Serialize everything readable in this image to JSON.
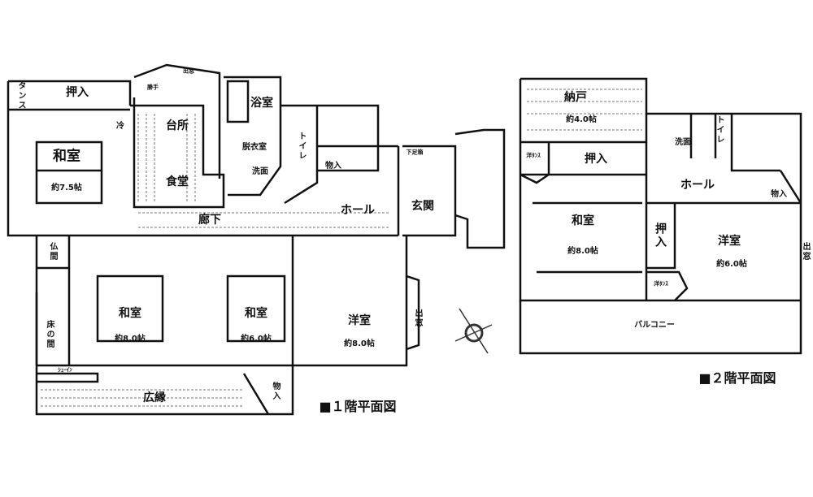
{
  "floor1": {
    "title": "■１階平面図",
    "rooms": {
      "tansu": "タンス",
      "oshiire_top": "押入",
      "washitsu_a": "和室",
      "washitsu_a_size": "約7.5帖",
      "rei": "冷",
      "katte": "勝手",
      "demado_top": "出窓",
      "kitchen": "台所",
      "dining": "食堂",
      "bath": "浴室",
      "dressing": "脱衣室",
      "washroom": "洗面",
      "toilet": "トイレ",
      "storage_hall": "物入",
      "geta": "下足箱",
      "hall": "ホール",
      "corridor": "廊下",
      "entrance": "玄関",
      "butsuma": "仏間",
      "tokonoma": "床の間",
      "washitsu_b": "和室",
      "washitsu_b_size": "約8.0帖",
      "washitsu_c": "和室",
      "washitsu_c_size": "約6.0帖",
      "youshitsu": "洋室",
      "youshitsu_size": "約8.0帖",
      "demado_side": "出窓",
      "shoes": "ｼｭｰｲﾝ",
      "hiroen": "広縁",
      "storage_bottom": "物入"
    }
  },
  "floor2": {
    "title": "■２階平面図",
    "rooms": {
      "nando": "納戸",
      "nando_size": "約4.0帖",
      "youtansu_a": "洋ﾀﾝｽ",
      "oshiire_a": "押入",
      "washroom": "洗面",
      "toilet": "トイレ",
      "hall": "ホール",
      "storage": "物入",
      "washitsu": "和室",
      "washitsu_size": "約8.0帖",
      "oshiire_b": "押入",
      "youshitsu": "洋室",
      "youshitsu_size": "約6.0帖",
      "youtansu_b": "洋ﾀﾝｽ",
      "demado": "出窓",
      "balcony": "バルコニー"
    }
  }
}
